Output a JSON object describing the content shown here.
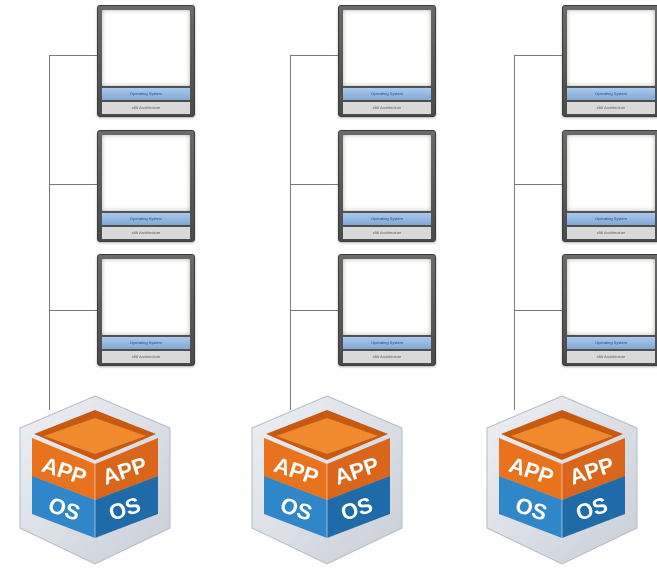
{
  "columns": [
    {
      "id": "left",
      "vms": [
        {
          "os_label": "Operating System",
          "arch_label": "x86 Architecture"
        },
        {
          "os_label": "Operating System",
          "arch_label": "x86 Architecture"
        },
        {
          "os_label": "Operating System",
          "arch_label": "x86 Architecture"
        }
      ],
      "cube": {
        "app_left": "APP",
        "app_right": "APP",
        "os_left": "OS",
        "os_right": "OS"
      }
    },
    {
      "id": "middle",
      "vms": [
        {
          "os_label": "Operating System",
          "arch_label": "x86 Architecture"
        },
        {
          "os_label": "Operating System",
          "arch_label": "x86 Architecture"
        },
        {
          "os_label": "Operating System",
          "arch_label": "x86 Architecture"
        }
      ],
      "cube": {
        "app_left": "APP",
        "app_right": "APP",
        "os_left": "OS",
        "os_right": "OS"
      }
    },
    {
      "id": "right",
      "vms": [
        {
          "os_label": "Operating System",
          "arch_label": "x86 Architecture"
        },
        {
          "os_label": "Operating System",
          "arch_label": "x86 Architecture"
        },
        {
          "os_label": "Operating System",
          "arch_label": "x86 Architecture"
        }
      ],
      "cube": {
        "app_left": "APP",
        "app_right": "APP",
        "os_left": "OS",
        "os_right": "OS"
      }
    }
  ],
  "colors": {
    "app_orange": "#e8731c",
    "app_orange_dark": "#c75a10",
    "os_blue": "#2f86c8",
    "os_blue_dark": "#1f6aa8",
    "glass": "#d7dbe2",
    "connector": "#7a7a7a",
    "vm_frame": "#555555",
    "os_bar": "#8fb6df"
  }
}
